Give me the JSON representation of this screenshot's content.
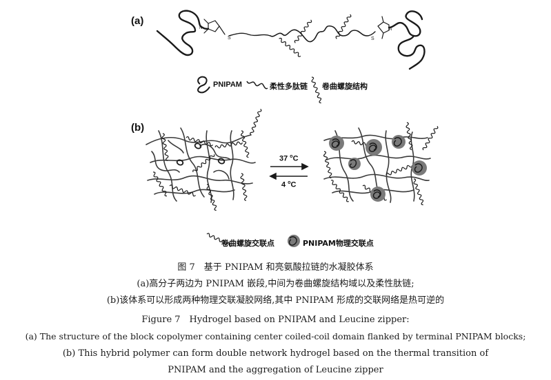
{
  "panel_a": {
    "label": "(a)",
    "legend": {
      "pnipam": "PNIPAM",
      "flexible_peptide": "柔性多肽链",
      "coiled_coil": "卷曲螺旋结构"
    }
  },
  "panel_b": {
    "label": "(b)",
    "heat_label": "37 ",
    "heat_unit": "o",
    "heat_c": "C",
    "cool_label": "4 ",
    "cool_unit": "o",
    "cool_c": "C",
    "legend": {
      "coiled_crosslink": "卷曲螺旋交联点",
      "pnipam_crosslink": "PNIPAM物理交联点"
    }
  },
  "captions": {
    "cn_title": "图 7　基于 PNIPAM 和亮氨酸拉链的水凝胶体系",
    "cn_a": "(a)高分子两边为 PNIPAM 嵌段,中间为卷曲螺旋结构域以及柔性肽链;",
    "cn_b": "(b)该体系可以形成两种物理交联凝胶网络,其中 PNIPAM 形成的交联网络是热可逆的",
    "en_title": "Figure 7　Hydrogel based on PNIPAM and Leucine zipper:",
    "en_a": "(a) The structure of the block copolymer containing center coiled-coil domain flanked by terminal PNIPAM blocks;",
    "en_b1": "(b) This hybrid polymer can form double network hydrogel based on the thermal transition of",
    "en_b2": "PNIPAM and the aggregation of Leucine zipper"
  },
  "colors": {
    "ink": "#1a1a1a",
    "blob": "#7a7a7a"
  }
}
